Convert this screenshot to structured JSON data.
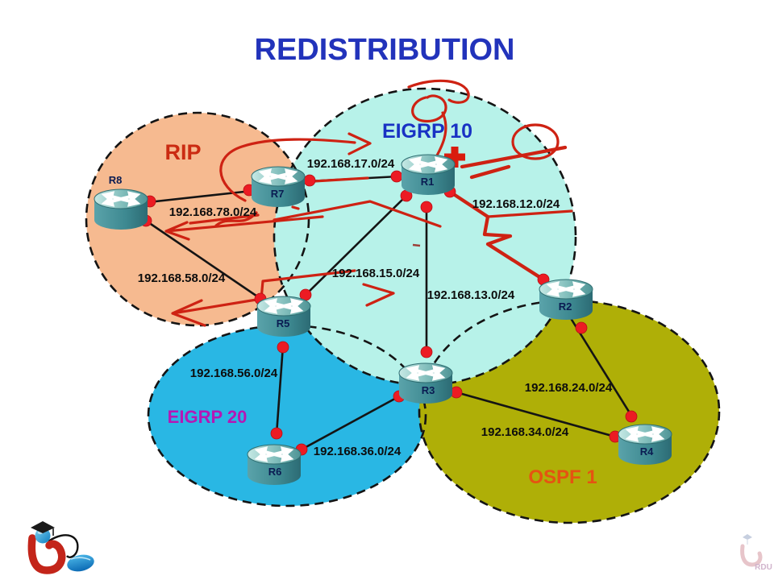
{
  "title": {
    "text": "REDISTRIBUTION",
    "color": "#2233BB"
  },
  "zones": [
    {
      "id": "rip",
      "label": "RIP",
      "fill": "#F6BA90",
      "label_color": "#CB2B12"
    },
    {
      "id": "eigrp10",
      "label": "EIGRP 10",
      "fill": "#B7F2E9",
      "label_color": "#1932C4"
    },
    {
      "id": "eigrp20",
      "label": "EIGRP 20",
      "fill": "#29B7E4",
      "label_color": "#B517B5"
    },
    {
      "id": "ospf1",
      "label": "OSPF 1",
      "fill": "#AFAF07",
      "label_color": "#E55312"
    }
  ],
  "routers": [
    {
      "id": "R8"
    },
    {
      "id": "R7"
    },
    {
      "id": "R1"
    },
    {
      "id": "R2"
    },
    {
      "id": "R5"
    },
    {
      "id": "R3"
    },
    {
      "id": "R6"
    },
    {
      "id": "R4"
    }
  ],
  "links": [
    {
      "from": "R8",
      "to": "R7",
      "network": "192.168.78.0/24"
    },
    {
      "from": "R7",
      "to": "R1",
      "network": "192.168.17.0/24"
    },
    {
      "from": "R8",
      "to": "R5",
      "network": "192.168.58.0/24"
    },
    {
      "from": "R5",
      "to": "R1",
      "network": "192.168.15.0/24"
    },
    {
      "from": "R1",
      "to": "R2",
      "network": "192.168.12.0/24",
      "style": "red-hand-drawn-zigzag"
    },
    {
      "from": "R1",
      "to": "R3",
      "network": "192.168.13.0/24"
    },
    {
      "from": "R5",
      "to": "R6",
      "network": "192.168.56.0/24"
    },
    {
      "from": "R6",
      "to": "R3",
      "network": "192.168.36.0/24"
    },
    {
      "from": "R2",
      "to": "R4",
      "network": "192.168.24.0/24"
    },
    {
      "from": "R3",
      "to": "R4",
      "network": "192.168.34.0/24"
    }
  ],
  "annotations": {
    "pen_color": "#CE2213",
    "marks": [
      "curved-arrow-into-eigrp10",
      "loop-scribble-above-r1",
      "circle-on-eigrp10-boundary",
      "red-plus-near-r1",
      "double-slash-near-r1",
      "zigzag-link-r1-r2",
      "left-arrow-through-r7",
      "scribble-under-78-network",
      "elbow-left-arrow-at-r5",
      "right-arrow-near-15-network",
      "small-dashes"
    ]
  },
  "watermark": {
    "text": "RDU"
  }
}
